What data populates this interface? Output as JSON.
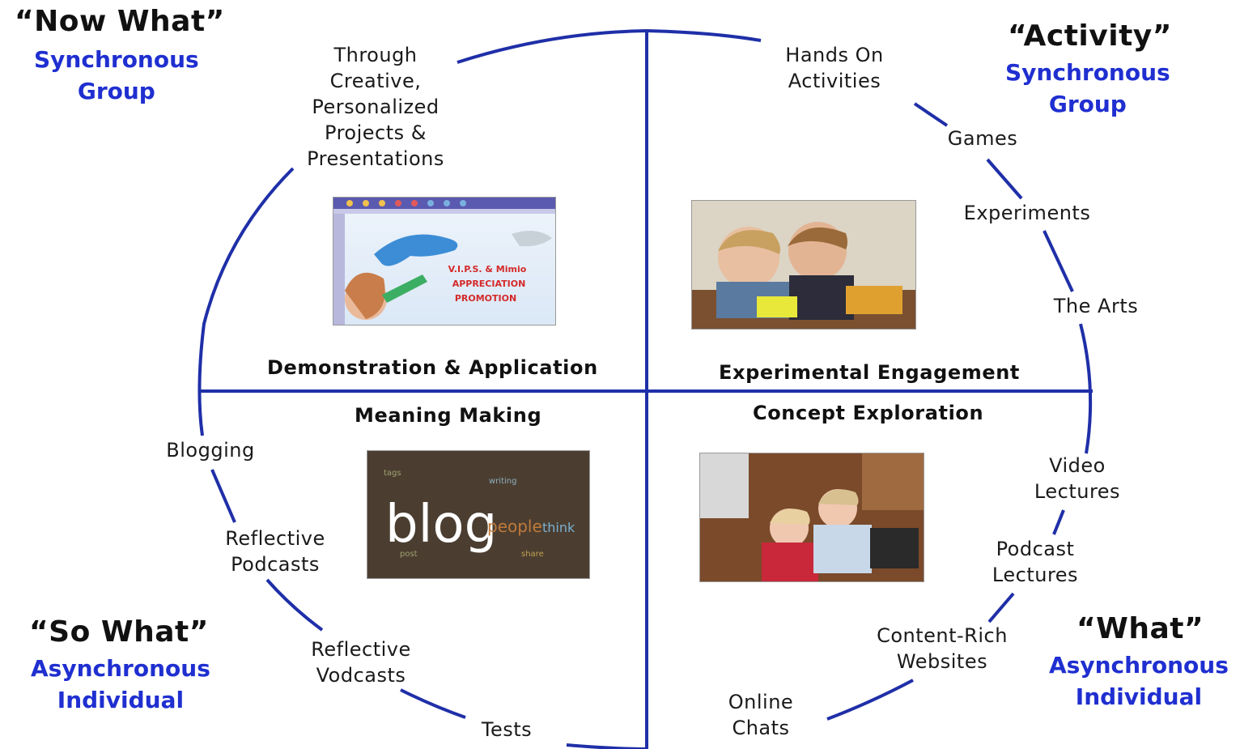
{
  "quadrants": {
    "top_left": {
      "title": "“Now What”",
      "sub1": "Synchronous",
      "sub2": "Group"
    },
    "top_right": {
      "title": "“Activity”",
      "sub1": "Synchronous",
      "sub2": "Group"
    },
    "bottom_left": {
      "title": "“So What”",
      "sub1": "Asynchronous",
      "sub2": "Individual"
    },
    "bottom_right": {
      "title": "“What”",
      "sub1": "Asynchronous",
      "sub2": "Individual"
    }
  },
  "center_labels": {
    "demonstration": "Demonstration & Application",
    "experimental": "Experimental Engagement",
    "meaning": "Meaning Making",
    "concept": "Concept Exploration"
  },
  "circle_labels": {
    "projects": [
      "Through",
      "Creative,",
      "Personalized",
      "Projects &",
      "Presentations"
    ],
    "hands_on": [
      "Hands On",
      "Activities"
    ],
    "games": "Games",
    "experiments": "Experiments",
    "arts": "The Arts",
    "video": [
      "Video",
      "Lectures"
    ],
    "podcast_lectures": [
      "Podcast",
      "Lectures"
    ],
    "content_rich": [
      "Content-Rich",
      "Websites"
    ],
    "online_chats": [
      "Online",
      "Chats"
    ],
    "tests": "Tests",
    "reflective_vodcasts": [
      "Reflective",
      "Vodcasts"
    ],
    "reflective_podcasts": [
      "Reflective",
      "Podcasts"
    ],
    "blogging": "Blogging"
  },
  "images": {
    "presentation_caption": [
      "V.I.P.S. & Mimio",
      "APPRECIATION",
      "PROMOTION"
    ],
    "blog_word": "blog",
    "blog_words": [
      "people",
      "think",
      "tags",
      "writing",
      "post",
      "share"
    ]
  },
  "colors": {
    "axis": "#1f2fa8",
    "subtitle": "#1f2fd0",
    "text": "#111111"
  }
}
